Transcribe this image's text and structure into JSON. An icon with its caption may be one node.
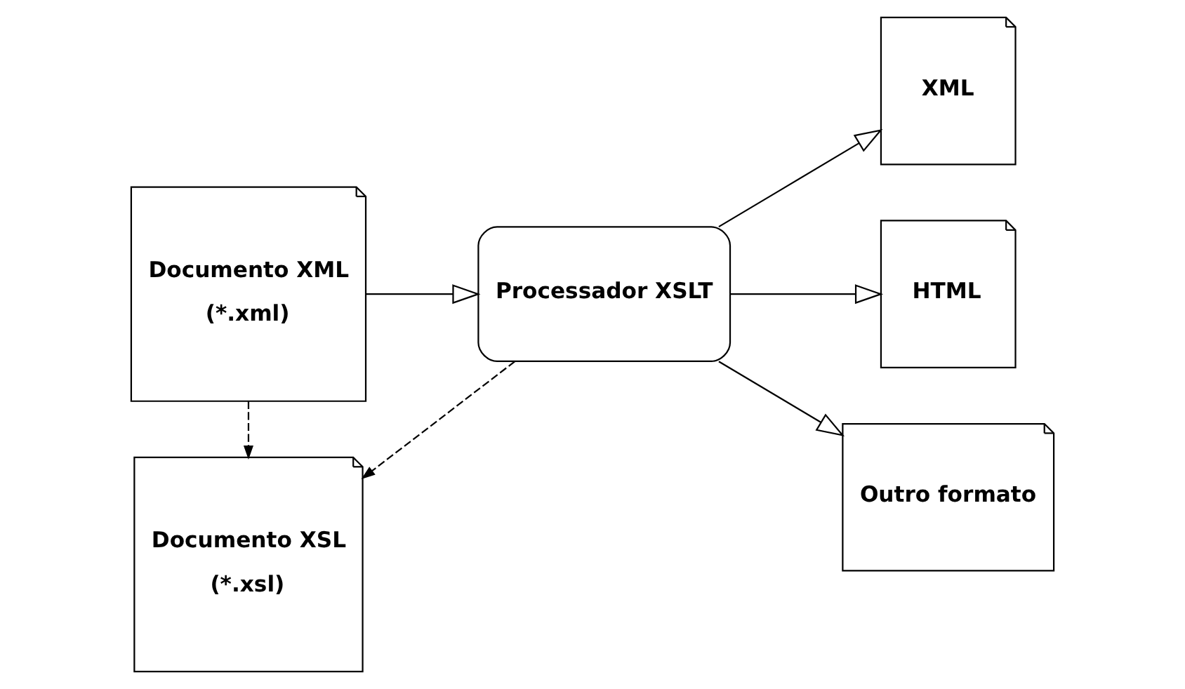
{
  "diagram": {
    "nodes": [
      {
        "text": [
          "Documento XML",
          "(*.xml)"
        ]
      },
      {
        "text": [
          "Documento XSL",
          "(*.xsl)"
        ]
      },
      {
        "text": [
          "Processador XSLT"
        ]
      },
      {
        "text": [
          "XML"
        ]
      },
      {
        "text": [
          "HTML"
        ]
      },
      {
        "text": [
          "Outro formato"
        ]
      }
    ],
    "edges": [
      {
        "from": 0,
        "to": 2,
        "arrow": "to"
      },
      {
        "from": 2,
        "to": 3,
        "arrow": "to"
      },
      {
        "from": 2,
        "to": 4,
        "arrow": "to"
      },
      {
        "from": 2,
        "to": 5,
        "arrow": "to"
      },
      {
        "from": 0,
        "to": 1,
        "arrow": "to",
        "style": "dashed"
      },
      {
        "from": 2,
        "to": 1,
        "arrow": "to",
        "style": "dashed"
      }
    ]
  }
}
